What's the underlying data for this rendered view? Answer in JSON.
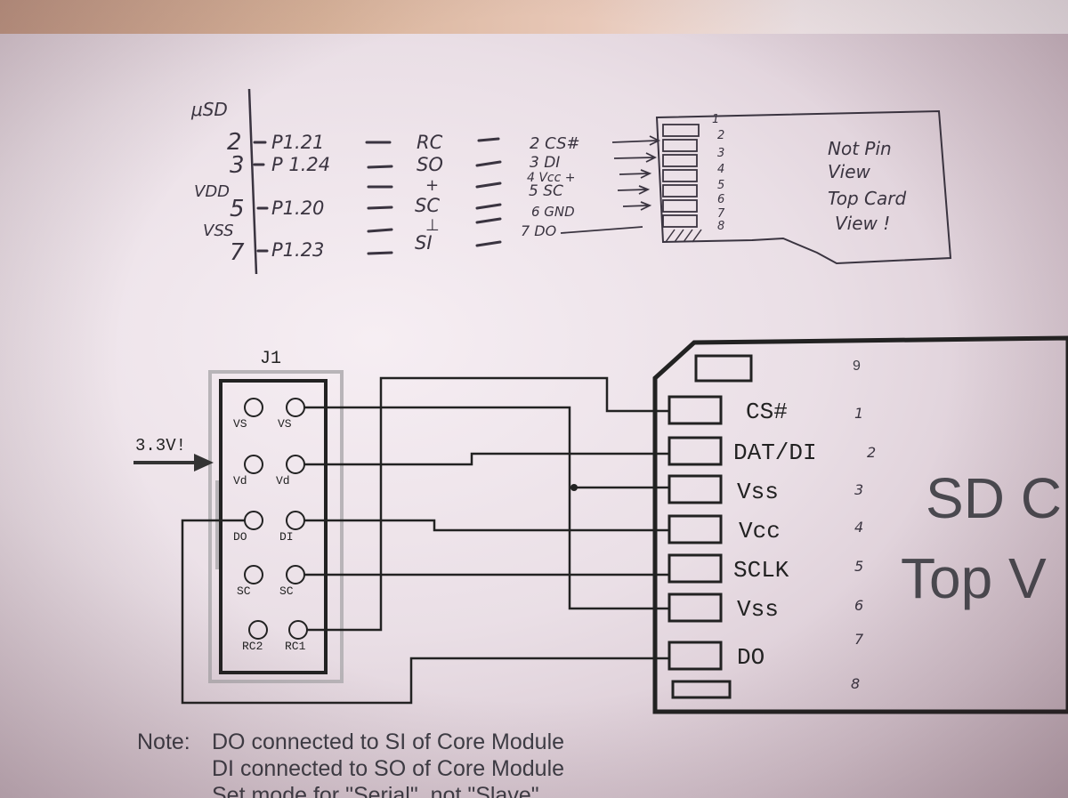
{
  "handwritten": {
    "header": "μSD",
    "pins": [
      {
        "num": "2",
        "port": "P1.21",
        "func": "RC",
        "sd": "2 CS#"
      },
      {
        "num": "3",
        "port": "P 1.24",
        "func": "SO",
        "sd": "3 DI"
      },
      {
        "num": "5",
        "port": "P1.20",
        "func": "SC",
        "sd": "5 SC"
      },
      {
        "num": "7",
        "port": "P1.23",
        "func": "SI",
        "sd": "7 DO"
      }
    ],
    "vdd": "VDD",
    "vss": "VSS",
    "plus": "+",
    "minus": "⊥",
    "vcc_row": "4 Vcc +",
    "gnd_row": "6 GND",
    "card_pin_numbers": [
      "1",
      "2",
      "3",
      "4",
      "5",
      "6",
      "7",
      "8"
    ],
    "card_note": [
      "Not Pin",
      "View",
      "Top Card",
      "View !"
    ]
  },
  "schematic": {
    "connector_label": "J1",
    "supply_label": "3.3V!",
    "j1_pins": [
      {
        "left": "VS",
        "right": "VS"
      },
      {
        "left": "Vd",
        "right": "Vd"
      },
      {
        "left": "DO",
        "right": "DI"
      },
      {
        "left": "SC",
        "right": "SC"
      },
      {
        "left": "RC2",
        "right": "RC1"
      }
    ],
    "sd_pins": [
      {
        "label": "CS#",
        "num": "1"
      },
      {
        "label": "DAT/DI",
        "num": "2"
      },
      {
        "label": "Vss",
        "num": "3"
      },
      {
        "label": "Vcc",
        "num": "4"
      },
      {
        "label": "SCLK",
        "num": "5"
      },
      {
        "label": "Vss",
        "num": "6"
      },
      {
        "label": "DO",
        "num": "7"
      },
      {
        "label": "",
        "num": "8"
      }
    ],
    "top_pin_num": "9",
    "sd_title_line1": "SD C",
    "sd_title_line2": "Top V"
  },
  "note": {
    "prefix": "Note:",
    "lines": [
      "DO connected to SI of Core Module",
      "DI connected to SO of Core Module",
      "Set mode for \"Serial\", not \"Slave\""
    ]
  }
}
